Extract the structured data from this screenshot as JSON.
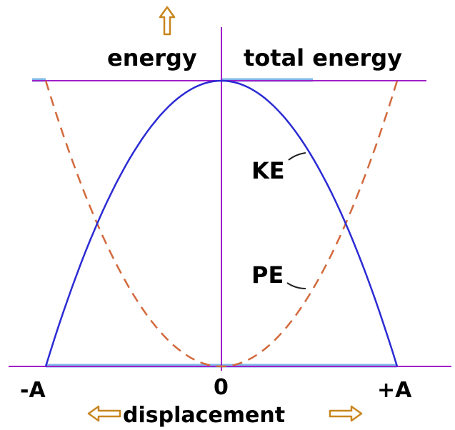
{
  "chart_data": {
    "type": "line",
    "ylabel": "energy",
    "xlabel": "displacement",
    "x_ticks": [
      "-A",
      "0",
      "+A"
    ],
    "x_range": [
      -1,
      1
    ],
    "y_range": [
      0,
      1
    ],
    "total_energy_label": "total energy",
    "series": [
      {
        "name": "KE",
        "style": "solid",
        "color": "#2b2bd4",
        "x": [
          -1,
          -0.75,
          -0.5,
          -0.25,
          0,
          0.25,
          0.5,
          0.75,
          1
        ],
        "y": [
          0,
          0.4375,
          0.75,
          0.9375,
          1,
          0.9375,
          0.75,
          0.4375,
          0
        ]
      },
      {
        "name": "PE",
        "style": "dashed",
        "color": "#d2693c",
        "x": [
          -1,
          -0.75,
          -0.5,
          -0.25,
          0,
          0.25,
          0.5,
          0.75,
          1
        ],
        "y": [
          1,
          0.5625,
          0.25,
          0.0625,
          0,
          0.0625,
          0.25,
          0.5625,
          1
        ]
      }
    ],
    "total_energy": 1,
    "colors": {
      "axes": "#a020c8",
      "total_line": "#a020c8",
      "highlight": "#7fb6e8",
      "arrows": "#c8861e"
    }
  }
}
